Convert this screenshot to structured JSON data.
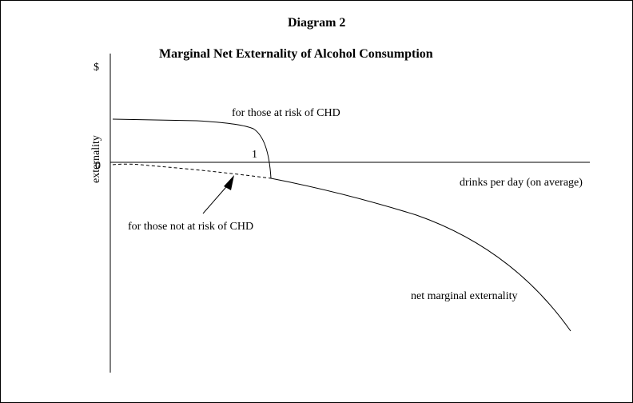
{
  "diagram": {
    "title": "Diagram 2",
    "subtitle": "Marginal Net Externality of Alcohol Consumption",
    "y_unit": "$",
    "y_label": "externality",
    "zero_label": "0",
    "x_label": "drinks per day (on average)",
    "curve_at_risk_label": "for those at risk of CHD",
    "curve_not_at_risk_label": "for those not at risk of CHD",
    "curve_net_label": "net marginal externality",
    "crossing_label": "1"
  }
}
